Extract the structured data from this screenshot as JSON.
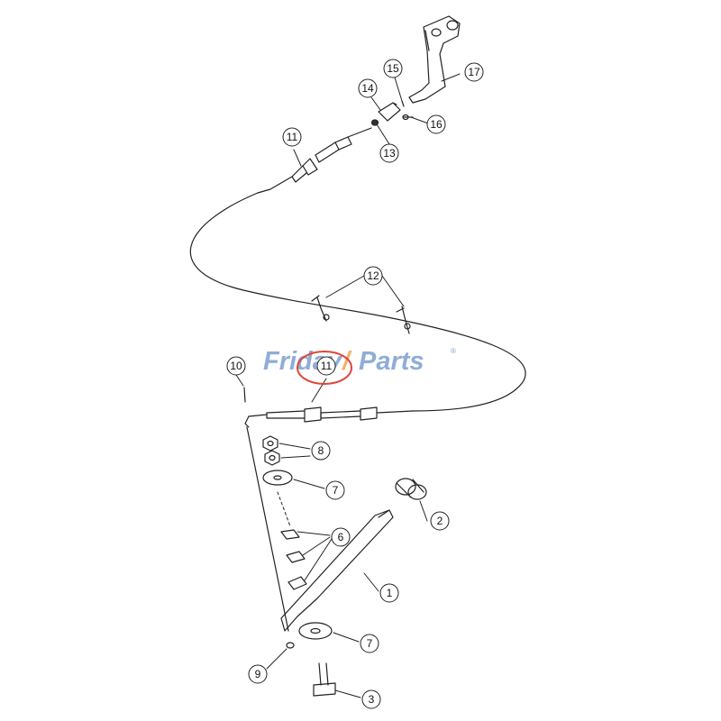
{
  "diagram": {
    "callouts": [
      "1",
      "2",
      "3",
      "6",
      "7",
      "7",
      "8",
      "9",
      "10",
      "11",
      "11",
      "12",
      "13",
      "14",
      "15",
      "16",
      "17"
    ],
    "highlight_color": "#e0443a"
  },
  "watermark": {
    "part1": "Friday",
    "part2": "Parts",
    "reg": "®"
  }
}
